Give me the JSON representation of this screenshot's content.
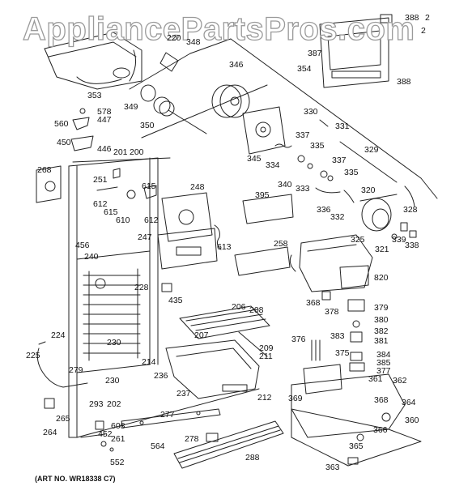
{
  "watermark": "AppliancePartsPros.com",
  "art_number": "(ART NO. WR18338 C7)",
  "callouts": {
    "c388a": "388",
    "c2r": "2",
    "c2": "2",
    "c220": "220",
    "c348": "348",
    "c346": "346",
    "c354": "354",
    "c387": "387",
    "c388b": "388",
    "c353": "353",
    "c349": "349",
    "c350": "350",
    "c578": "578",
    "c447": "447",
    "c560": "560",
    "c450": "450",
    "c446": "446",
    "c330": "330",
    "c331": "331",
    "c337a": "337",
    "c335a": "335",
    "c329": "329",
    "c201": "201",
    "c200": "200",
    "c345": "345",
    "c334": "334",
    "c340": "340",
    "c333": "333",
    "c337b": "337",
    "c335b": "335",
    "c268": "268",
    "c251": "251",
    "c248": "248",
    "c615a": "615",
    "c612a": "612",
    "c610": "610",
    "c615b": "615",
    "c612b": "612",
    "c395": "395",
    "c320": "320",
    "c336": "336",
    "c332": "332",
    "c328": "328",
    "c247": "247",
    "c613": "613",
    "c325": "325",
    "c339": "339",
    "c321": "321",
    "c338": "338",
    "c456": "456",
    "c258": "258",
    "c240": "240",
    "c820": "820",
    "c228": "228",
    "c435": "435",
    "c368a": "368",
    "c378": "378",
    "c379": "379",
    "c380": "380",
    "c206": "206",
    "c208": "208",
    "c382": "382",
    "c381": "381",
    "c207": "207",
    "c376": "376",
    "c383": "383",
    "c224": "224",
    "c230a": "230",
    "c209": "209",
    "c211": "211",
    "c375": "375",
    "c384": "384",
    "c385": "385",
    "c377": "377",
    "c225": "225",
    "c214": "214",
    "c279": "279",
    "c236": "236",
    "c230b": "230",
    "c361": "361",
    "c362": "362",
    "c237": "237",
    "c369": "369",
    "c212": "212",
    "c293": "293",
    "c202": "202",
    "c368b": "368",
    "c364": "364",
    "c265": "265",
    "c277": "277",
    "c608": "608",
    "c264": "264",
    "c452": "452",
    "c261": "261",
    "c360": "360",
    "c366": "366",
    "c365": "365",
    "c564": "564",
    "c278": "278",
    "c552": "552",
    "c288": "288",
    "c363": "363"
  }
}
